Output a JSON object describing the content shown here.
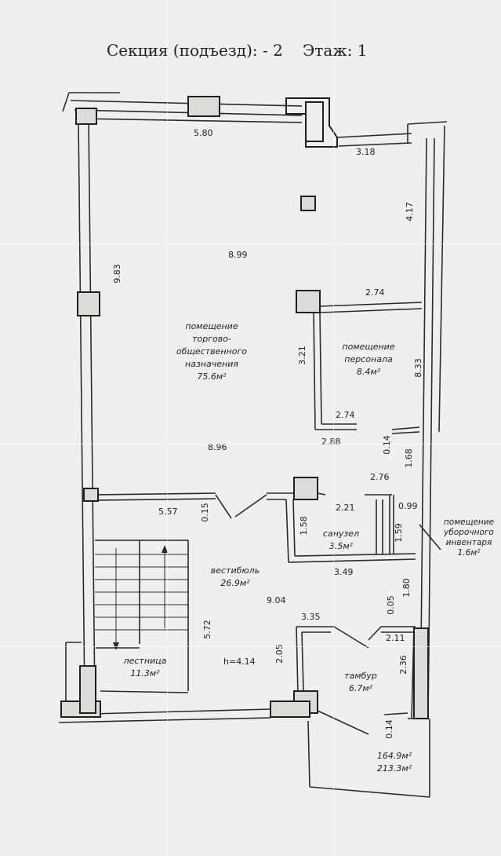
{
  "header": {
    "section": "Секция (подъезд): - 2",
    "floor": "Этаж:  1"
  },
  "rooms": {
    "trade": [
      "помещение",
      "торгово-",
      "общественного",
      "назначения",
      "75.6м²"
    ],
    "staff": [
      "помещение",
      "персонала",
      "8.4м²"
    ],
    "wc": [
      "санузел",
      "3.5м²"
    ],
    "cleaning": [
      "помещение",
      "уборочного",
      "инвентаря",
      "1.6м²"
    ],
    "vestibule": [
      "вестибюль",
      "26.9м²"
    ],
    "stairs": [
      "лестница",
      "11.3м²"
    ],
    "tambour": [
      "тамбур",
      "6.7м²"
    ]
  },
  "height": "h=4.14",
  "totals": [
    "164.9м²",
    "213.3м²"
  ],
  "dims": {
    "d580": "5.80",
    "d318": "3.18",
    "d417": "4.17",
    "d983": "9.83",
    "d899": "8.99",
    "d274a": "2.74",
    "d321": "3.21",
    "d833": "8.33",
    "d274b": "2.74",
    "d288": "2.88",
    "d014a": "0.14",
    "d168": "1.68",
    "d896": "8.96",
    "d276": "2.76",
    "d557": "5.57",
    "d015": "0.15",
    "d221": "2.21",
    "d099": "0.99",
    "d158": "1.58",
    "d159": "1.59",
    "d349": "3.49",
    "d904": "9.04",
    "d180": "1.80",
    "d572": "5.72",
    "d335": "3.35",
    "d005": "0.05",
    "d211": "2.11",
    "d205": "2.05",
    "d236": "2.36",
    "d014b": "0.14"
  }
}
